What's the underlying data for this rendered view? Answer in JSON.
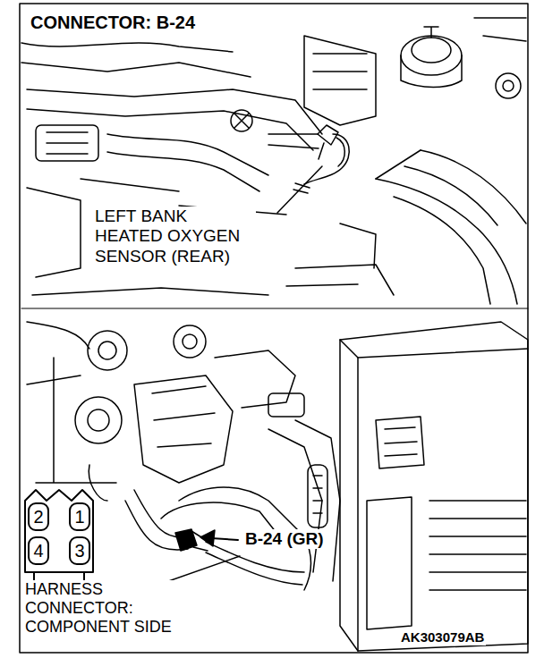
{
  "diagram": {
    "title": "CONNECTOR: B-24",
    "nodes": [
      {
        "text": [
          "2"
        ]
      },
      {
        "text": [
          "1"
        ]
      },
      {
        "text": [
          "4"
        ]
      },
      {
        "text": [
          "3"
        ]
      }
    ],
    "labels": [
      "LEFT BANK HEATED OXYGEN SENSOR (REAR)",
      "B-24 (GR)",
      "HARNESS CONNECTOR: COMPONENT SIDE",
      "AK303079AB"
    ]
  }
}
